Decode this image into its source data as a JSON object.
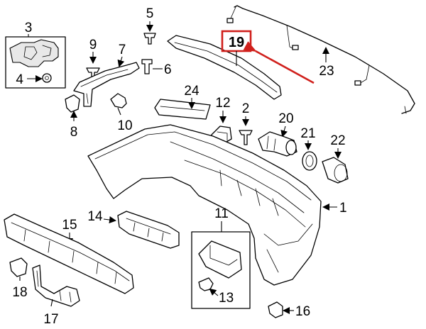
{
  "callouts": {
    "c1": "1",
    "c2": "2",
    "c3": "3",
    "c4": "4",
    "c5": "5",
    "c6": "6",
    "c7": "7",
    "c8": "8",
    "c9": "9",
    "c10": "10",
    "c11": "11",
    "c12": "12",
    "c13": "13",
    "c14": "14",
    "c15": "15",
    "c16": "16",
    "c17": "17",
    "c18": "18",
    "c19": "19",
    "c20": "20",
    "c21": "21",
    "c22": "22",
    "c23": "23",
    "c24": "24"
  },
  "highlight": {
    "callout": "19",
    "color": "#d0201c"
  }
}
